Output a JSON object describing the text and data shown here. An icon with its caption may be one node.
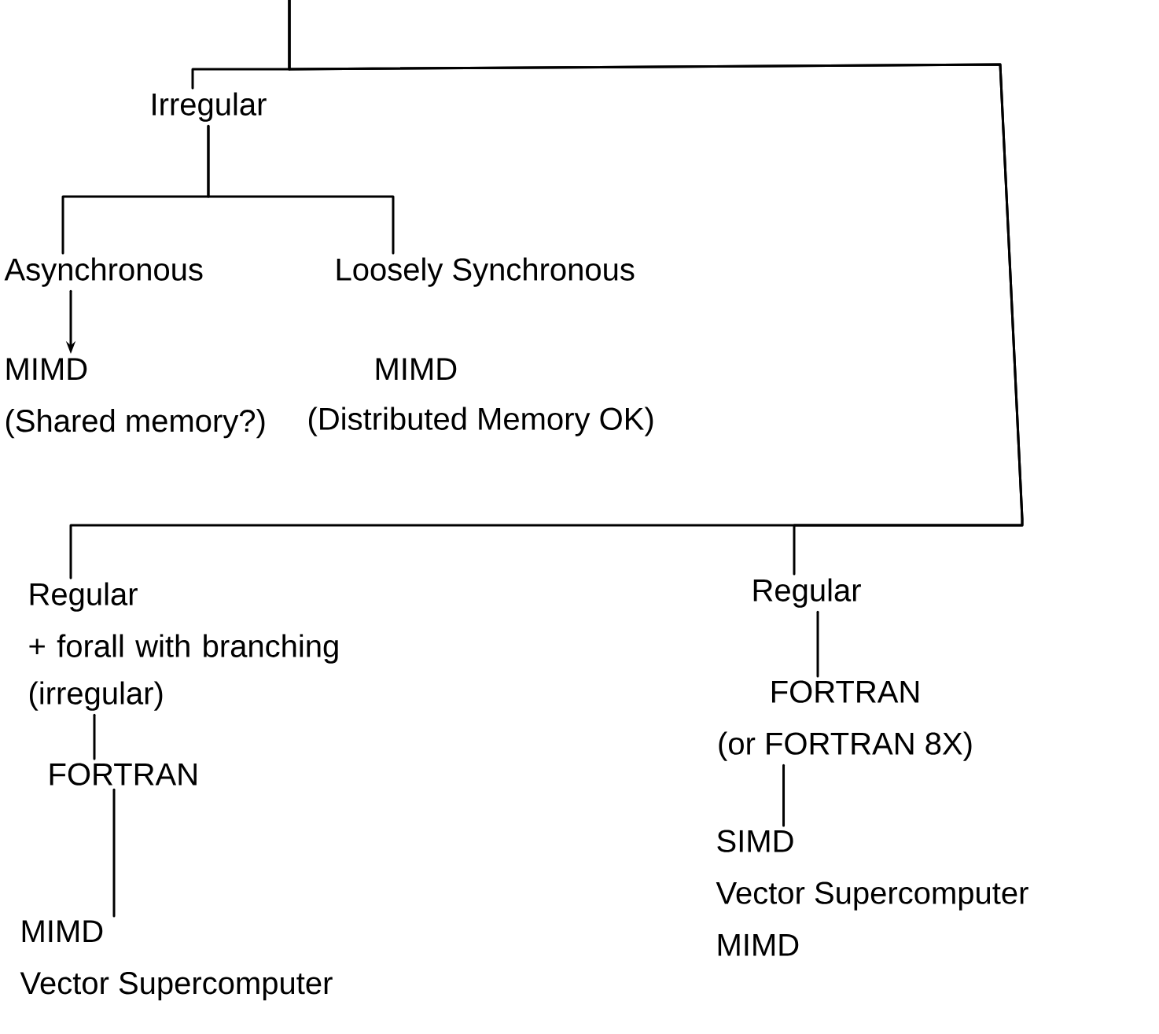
{
  "diagram": {
    "nodes": [
      {
        "text": [
          "Irregular"
        ]
      },
      {
        "text": [
          "Asynchronous"
        ]
      },
      {
        "text": [
          "Loosely Synchronous"
        ]
      },
      {
        "text": [
          "MIMD",
          "(Shared memory?)"
        ]
      },
      {
        "text": [
          "Regular",
          "+ forall with branching (irregular)"
        ]
      },
      {
        "text": [
          "FORTRAN"
        ]
      },
      {
        "text": [
          "MIMD",
          "Vector Supercomputer"
        ]
      },
      {
        "text": [
          "Regular"
        ]
      },
      {
        "text": [
          "FORTRAN",
          "(or FORTRAN 8X)"
        ]
      },
      {
        "text": [
          "SIMD",
          "Vector Supercomputer",
          "MIMD"
        ]
      }
    ],
    "edges": [
      {
        "from": null,
        "to": 0,
        "arrow": "none"
      },
      {
        "from": 0,
        "to": 1,
        "arrow": "none"
      },
      {
        "from": 0,
        "to": 2,
        "arrow": "none"
      },
      {
        "from": 1,
        "to": 3,
        "arrow": "to"
      },
      {
        "from": null,
        "to": 4,
        "arrow": "none"
      },
      {
        "from": null,
        "to": 7,
        "arrow": "none"
      },
      {
        "from": 4,
        "to": 5,
        "arrow": "none"
      },
      {
        "from": 5,
        "to": 6,
        "arrow": "none"
      },
      {
        "from": 7,
        "to": 8,
        "arrow": "none"
      },
      {
        "from": 8,
        "to": 9,
        "arrow": "none"
      }
    ],
    "labels": [
      "MIMD",
      "(Distributed Memory OK)"
    ]
  }
}
